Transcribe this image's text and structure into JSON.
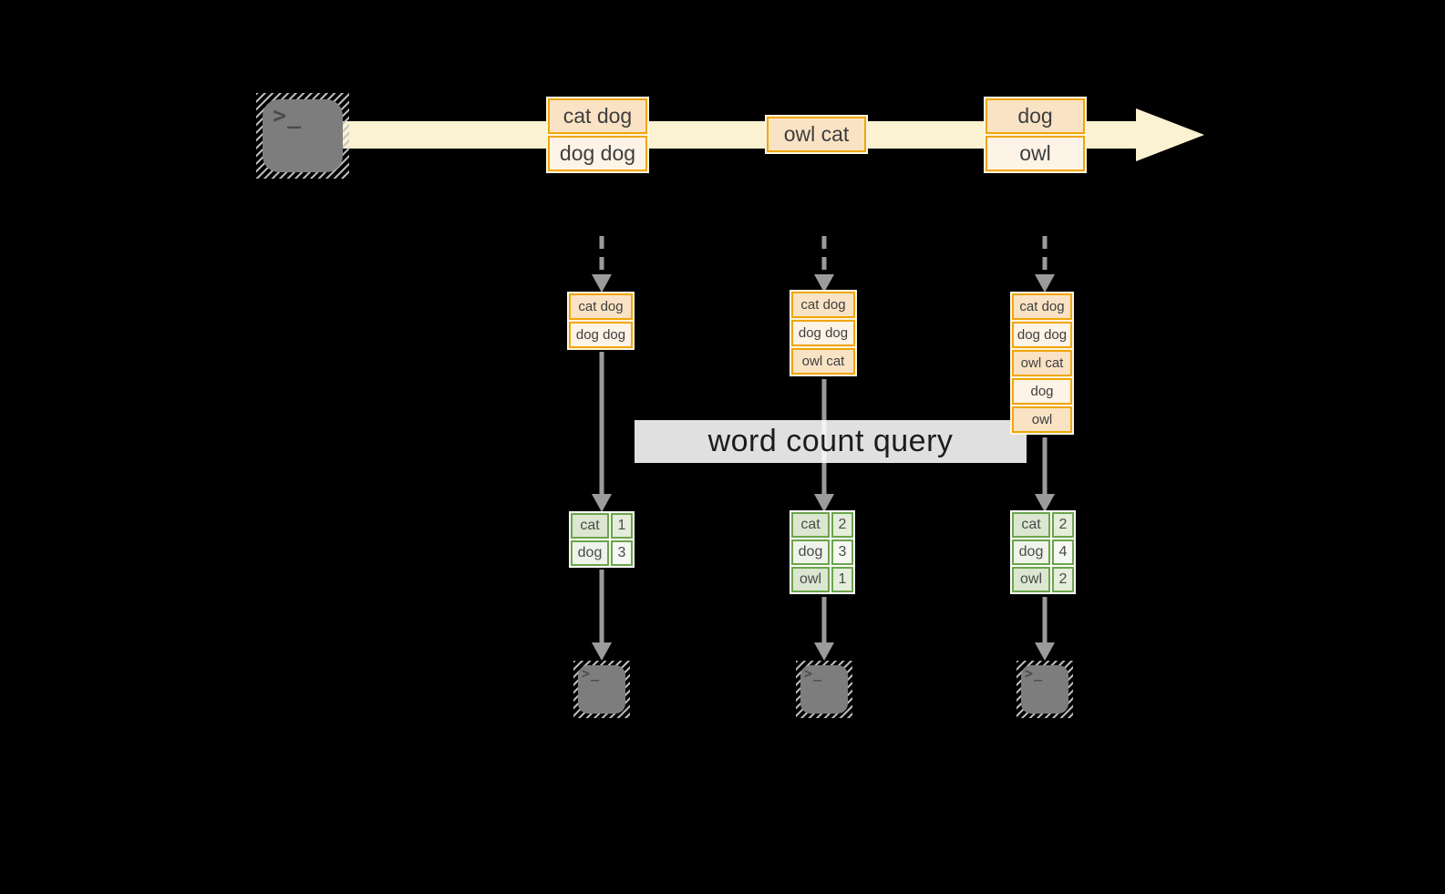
{
  "query_label": "word count query",
  "terminal_glyph": ">_",
  "stream": {
    "batches": [
      {
        "items": [
          "cat dog",
          "dog dog"
        ]
      },
      {
        "items": [
          "owl cat"
        ]
      },
      {
        "items": [
          "dog",
          "owl"
        ]
      }
    ]
  },
  "columns": [
    {
      "buffer": [
        "cat dog",
        "dog dog"
      ],
      "counts": [
        {
          "word": "cat",
          "count": "1"
        },
        {
          "word": "dog",
          "count": "3"
        }
      ]
    },
    {
      "buffer": [
        "cat dog",
        "dog dog",
        "owl cat"
      ],
      "counts": [
        {
          "word": "cat",
          "count": "2"
        },
        {
          "word": "dog",
          "count": "3"
        },
        {
          "word": "owl",
          "count": "1"
        }
      ]
    },
    {
      "buffer": [
        "cat dog",
        "dog dog",
        "owl cat",
        "dog",
        "owl"
      ],
      "counts": [
        {
          "word": "cat",
          "count": "2"
        },
        {
          "word": "dog",
          "count": "4"
        },
        {
          "word": "owl",
          "count": "2"
        }
      ]
    }
  ],
  "colors": {
    "background": "#000000",
    "stream_band": "#FBF2D2",
    "box_border_orange": "#F0A60A",
    "cell_peach_dark": "#FAE3C5",
    "cell_peach_light": "#FDF3E6",
    "table_border_green": "#6CA44C",
    "cell_green_dark": "#DBE7D0",
    "cell_green_light": "#EFF4EA",
    "connector_gray": "#9B9B9B",
    "terminal_gray": "#7D7D7D",
    "query_band": "#FFFFFF",
    "query_text": "#1C1C1C"
  }
}
